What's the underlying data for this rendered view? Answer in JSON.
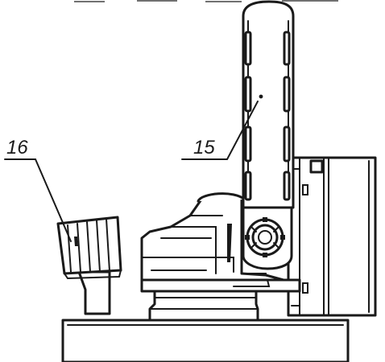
{
  "callouts": [
    {
      "id": "16",
      "label": "16"
    },
    {
      "id": "15",
      "label": "15"
    }
  ],
  "colors": {
    "ink": "#1a1a1a",
    "background": "#ffffff"
  }
}
